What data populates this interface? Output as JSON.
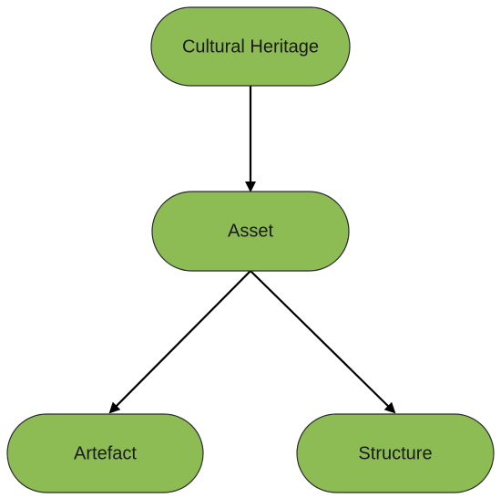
{
  "diagram": {
    "nodes": [
      {
        "id": "cultural-heritage",
        "label": "Cultural Heritage"
      },
      {
        "id": "asset",
        "label": "Asset"
      },
      {
        "id": "artefact",
        "label": "Artefact"
      },
      {
        "id": "structure",
        "label": "Structure"
      }
    ],
    "edges": [
      {
        "from": "cultural-heritage",
        "to": "asset"
      },
      {
        "from": "asset",
        "to": "artefact"
      },
      {
        "from": "asset",
        "to": "structure"
      }
    ],
    "colors": {
      "node_fill": "#8dbc55",
      "node_stroke": "#2b2b2b",
      "edge": "#000000",
      "text": "#1a1a1a"
    }
  }
}
